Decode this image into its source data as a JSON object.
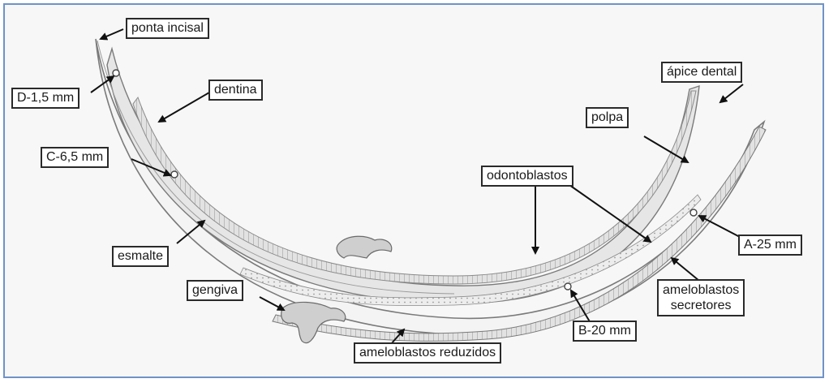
{
  "labels": {
    "ponta_incisal": "ponta incisal",
    "d_15": "D-1,5 mm",
    "dentina": "dentina",
    "c_65": "C-6,5 mm",
    "esmalte": "esmalte",
    "gengiva": "gengiva",
    "apice_dental": "ápice dental",
    "polpa": "polpa",
    "odontoblastos": "odontoblastos",
    "a_25": "A-25 mm",
    "ameloblastos_secretores_1": "ameloblastos",
    "ameloblastos_secretores_2": "secretores",
    "b_20": "B-20 mm",
    "ameloblastos_reduzidos": "ameloblastos reduzidos"
  },
  "colors": {
    "frame": "#6f93c7",
    "outline": "#7a7a7a",
    "dentin_fill": "#e6e6e6",
    "enamel_fill": "#f4f4f4",
    "label_border": "#2a2a2a"
  }
}
